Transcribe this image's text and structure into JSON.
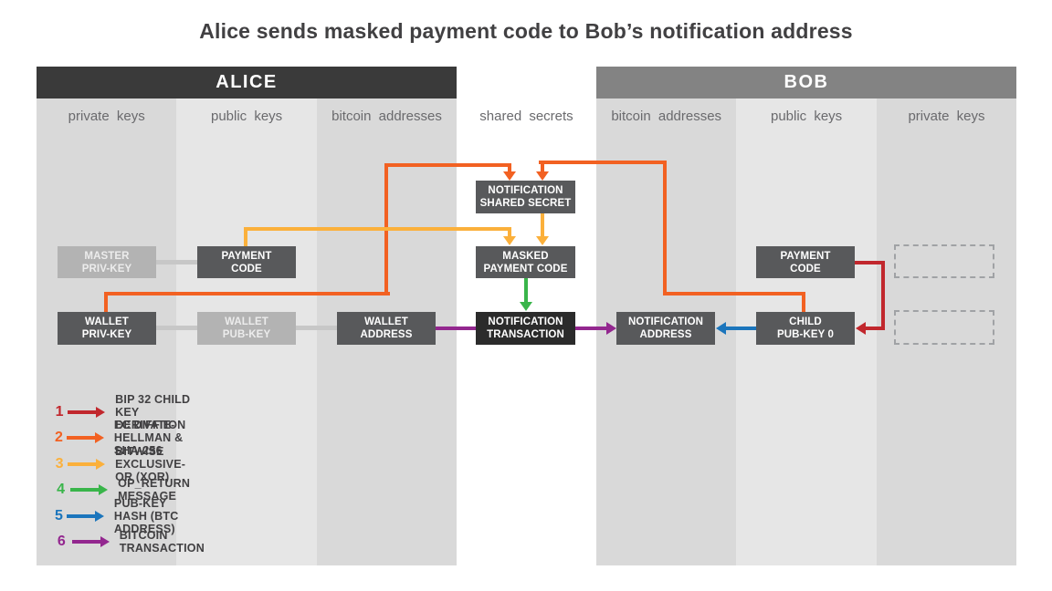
{
  "title": "Alice sends masked payment code to Bob’s notification address",
  "headers": {
    "alice": "ALICE",
    "bob": "BOB"
  },
  "columns": {
    "alice": [
      "private keys",
      "public keys",
      "bitcoin addresses"
    ],
    "middle": "shared secrets",
    "bob": [
      "bitcoin addresses",
      "public keys",
      "private keys"
    ]
  },
  "boxes": {
    "master_priv_key": "MASTER\nPRIV-KEY",
    "payment_code_alice": "PAYMENT\nCODE",
    "wallet_priv_key": "WALLET\nPRIV-KEY",
    "wallet_pub_key": "WALLET\nPUB-KEY",
    "wallet_address": "WALLET\nADDRESS",
    "notification_shared_secret": "NOTIFICATION\nSHARED SECRET",
    "masked_payment_code": "MASKED\nPAYMENT CODE",
    "notification_transaction": "NOTIFICATION\nTRANSACTION",
    "notification_address": "NOTIFICATION\nADDRESS",
    "child_pub_key_0": "CHILD\nPUB-KEY 0",
    "payment_code_bob": "PAYMENT\nCODE"
  },
  "legend": [
    {
      "num": "1",
      "color": "red",
      "label": "BIP 32 CHILD KEY DERIVATION"
    },
    {
      "num": "2",
      "color": "orange",
      "label": "EC DIFFIE-HELLMAN & SHA-256"
    },
    {
      "num": "3",
      "color": "yellow",
      "label": "BITWISE EXCLUSIVE-OR (XOR)"
    },
    {
      "num": "4",
      "color": "green",
      "label": "OP_RETURN MESSAGE"
    },
    {
      "num": "5",
      "color": "blue",
      "label": "PUB-KEY HASH (BTC ADDRESS)"
    },
    {
      "num": "6",
      "color": "purple",
      "label": "BITCOIN TRANSACTION"
    }
  ],
  "colors": {
    "red": "#c1272d",
    "orange": "#f26122",
    "yellow": "#fbb03b",
    "green": "#39b54a",
    "blue": "#1b75bc",
    "purple": "#93278f",
    "dark_box": "#58595b",
    "darkest_box": "#2b2b2b",
    "light_box": "#b3b3b3",
    "band_dark": "#d9d9d9",
    "band_light": "#e6e6e6",
    "alice_header_bg": "#3a3a3a",
    "bob_header_bg": "#838383",
    "connector": "#c7c7c7",
    "text_dark": "#414042",
    "label_gray": "#6a6a6d",
    "dashed_border": "#a0a2a5"
  }
}
